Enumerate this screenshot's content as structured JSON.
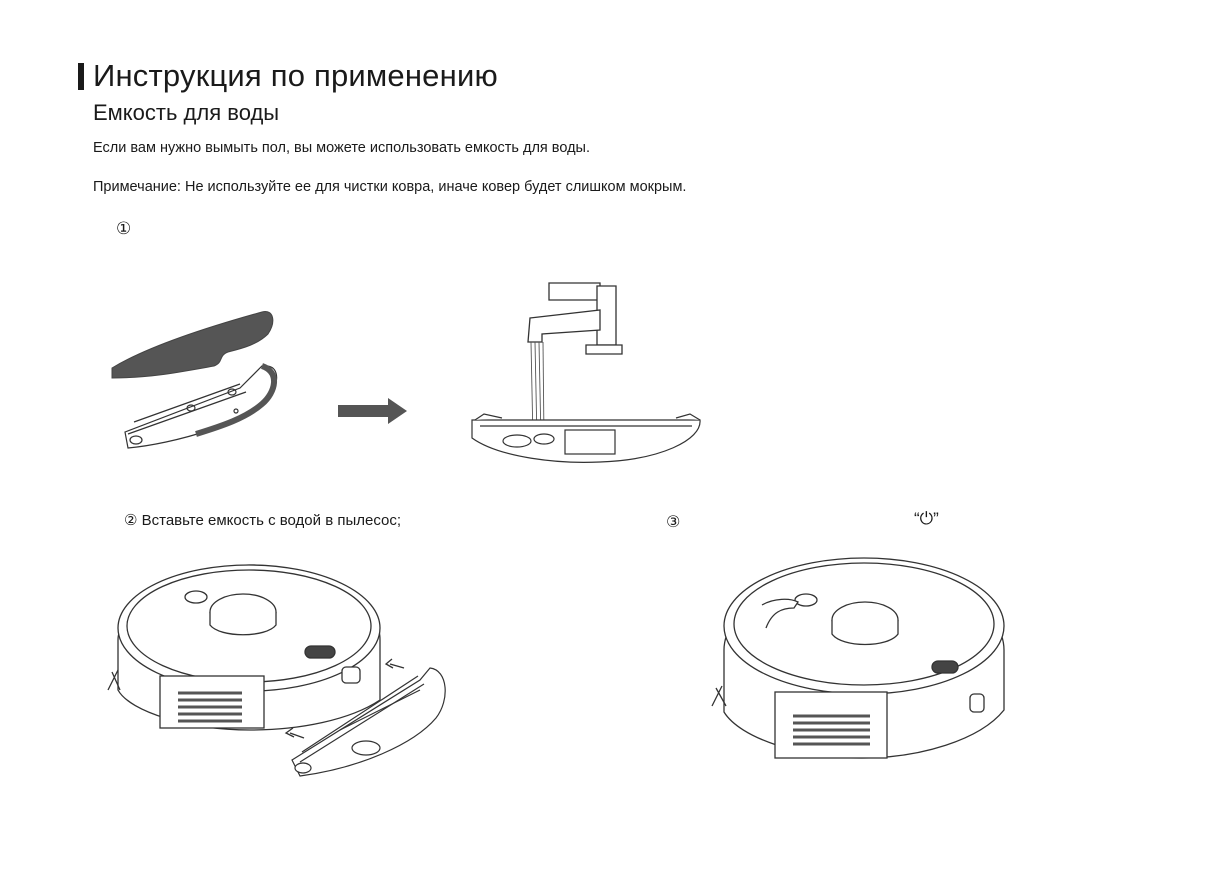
{
  "page": {
    "title": "Инструкция по применению",
    "subtitle": "Емкость для воды",
    "paragraph1": "Если вам нужно вымыть пол, вы можете использовать емкость для воды.",
    "paragraph2": "Примечание: Не используйте ее для чистки ковра, иначе ковер будет слишком мокрым."
  },
  "steps": {
    "step1_marker": "①",
    "step2_text": "② Вставьте емкость с водой в пылесос;",
    "step3_marker": "③",
    "step3_power_symbol": "“⏻”"
  },
  "icons": {
    "arrow": "right-arrow-icon",
    "faucet": "faucet-icon",
    "power": "power-icon"
  },
  "colors": {
    "text": "#1a1a1a",
    "mop_cloth": "#555555",
    "line": "#333333"
  }
}
